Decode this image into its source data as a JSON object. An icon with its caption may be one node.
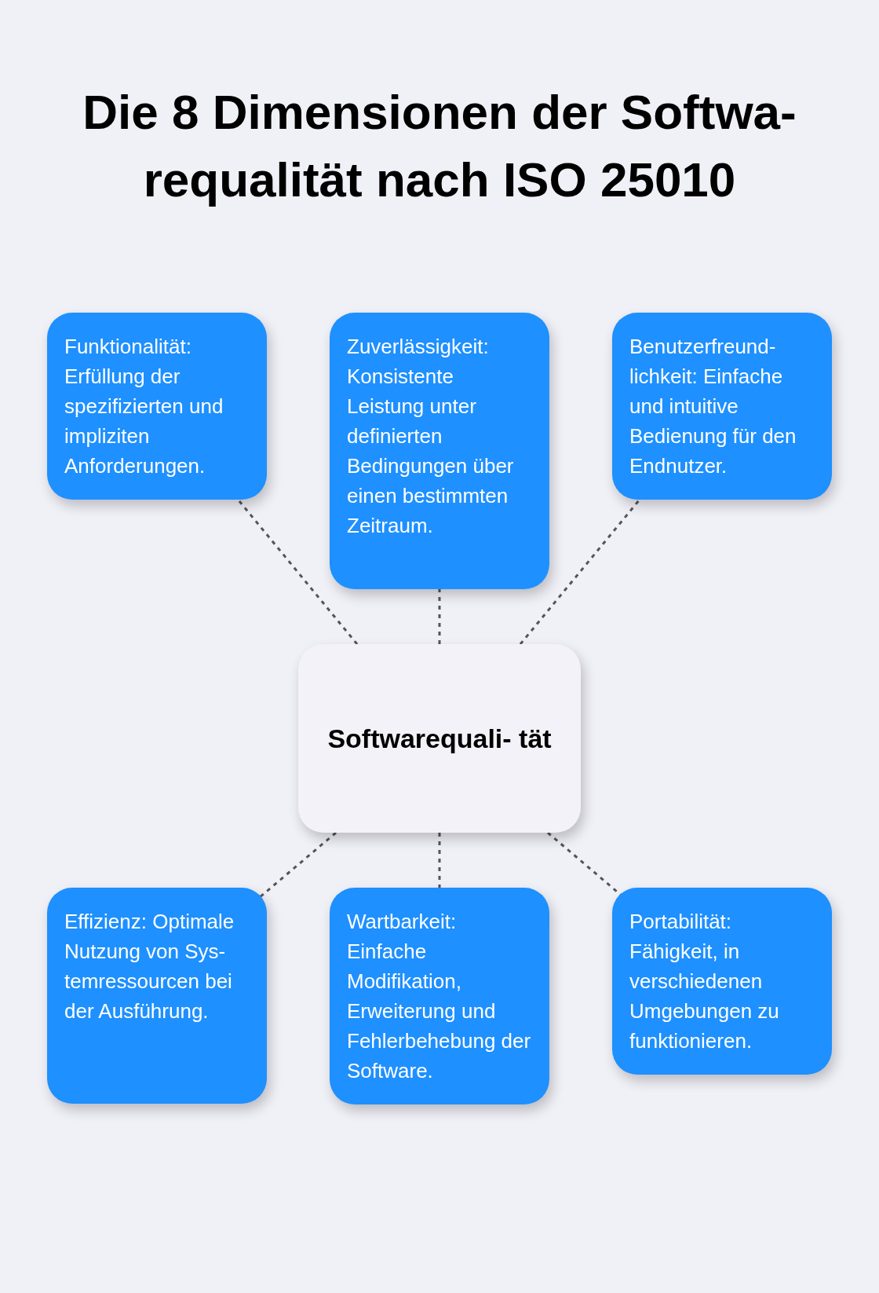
{
  "diagram": {
    "title": "Die 8 Dimensionen der Softwa- requalität nach ISO 25010",
    "nodes": [
      {
        "text": [
          "Funktionalität: Erfüllung der spezifizierten und impliziten Anforderungen."
        ]
      },
      {
        "text": [
          "Zuverlässigkeit: Konsistente Leistung unter definierten Bedingungen über einen bestimmten Zeitraum."
        ]
      },
      {
        "text": [
          "Benutzerfreund- lichkeit: Einfache und intuitive Bedienung für den Endnutzer."
        ]
      },
      {
        "text": [
          "Softwarequali- tät"
        ]
      },
      {
        "text": [
          "Effizienz: Optimale Nutzung von Sys- temressourcen bei der Ausführung."
        ]
      },
      {
        "text": [
          "Wartbarkeit: Einfache Modifikation, Erweiterung und Fehlerbehebung der Software."
        ]
      },
      {
        "text": [
          "Portabilität: Fähigkeit, in verschiedenen Umgebungen zu funktionieren."
        ]
      }
    ],
    "edges": [
      {
        "from": 3,
        "to": 0,
        "arrow": "none",
        "style": "dashed"
      },
      {
        "from": 3,
        "to": 1,
        "arrow": "none",
        "style": "dashed"
      },
      {
        "from": 3,
        "to": 2,
        "arrow": "none",
        "style": "dashed"
      },
      {
        "from": 3,
        "to": 4,
        "arrow": "none",
        "style": "dashed"
      },
      {
        "from": 3,
        "to": 5,
        "arrow": "none",
        "style": "dashed"
      },
      {
        "from": 3,
        "to": 6,
        "arrow": "none",
        "style": "dashed"
      }
    ]
  }
}
